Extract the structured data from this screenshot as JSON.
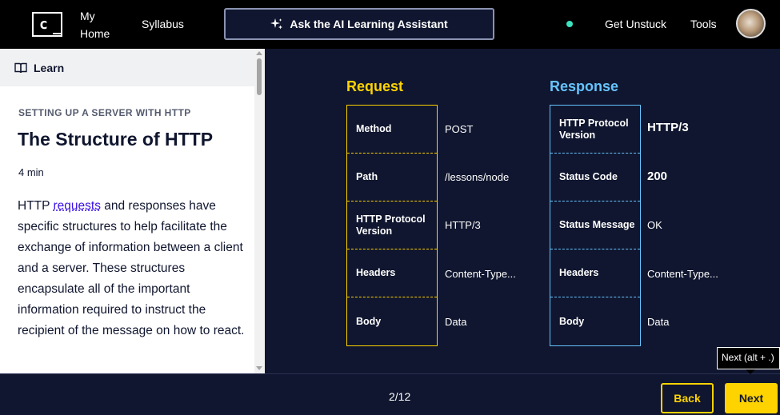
{
  "nav": {
    "logo_text": "c",
    "my_home": "My\nHome",
    "syllabus": "Syllabus",
    "ai_assistant": "Ask the AI Learning Assistant",
    "get_unstuck": "Get Unstuck",
    "tools": "Tools",
    "status_color": "#3de2c1"
  },
  "sidebar": {
    "learn_label": "Learn",
    "eyebrow": "SETTING UP A SERVER WITH HTTP",
    "title": "The Structure of HTTP",
    "duration": "4 min",
    "body_before_link": "HTTP ",
    "body_link": "requests",
    "body_after_link": " and responses have specific structures to help facilitate the exchange of information between a client and a server. These structures encapsulate all of the important information required to instruct the recipient of the message on how to react."
  },
  "diagram": {
    "request_title": "Request",
    "response_title": "Response",
    "request_color": "#ffd300",
    "response_color": "#66c4ff",
    "request_rows": [
      {
        "label": "Method",
        "value": "POST"
      },
      {
        "label": "Path",
        "value": "/lessons/node"
      },
      {
        "label": "HTTP Protocol Version",
        "value": "HTTP/3"
      },
      {
        "label": "Headers",
        "value": "Content-Type..."
      },
      {
        "label": "Body",
        "value": "Data"
      }
    ],
    "response_rows": [
      {
        "label": "HTTP Protocol Version",
        "value": "HTTP/3"
      },
      {
        "label": "Status Code",
        "value": "200"
      },
      {
        "label": "Status Message",
        "value": "OK"
      },
      {
        "label": "Headers",
        "value": "Content-Type..."
      },
      {
        "label": "Body",
        "value": "Data"
      }
    ]
  },
  "footer": {
    "progress": "2/12",
    "back": "Back",
    "next": "Next",
    "next_tooltip": "Next (alt + .)"
  }
}
